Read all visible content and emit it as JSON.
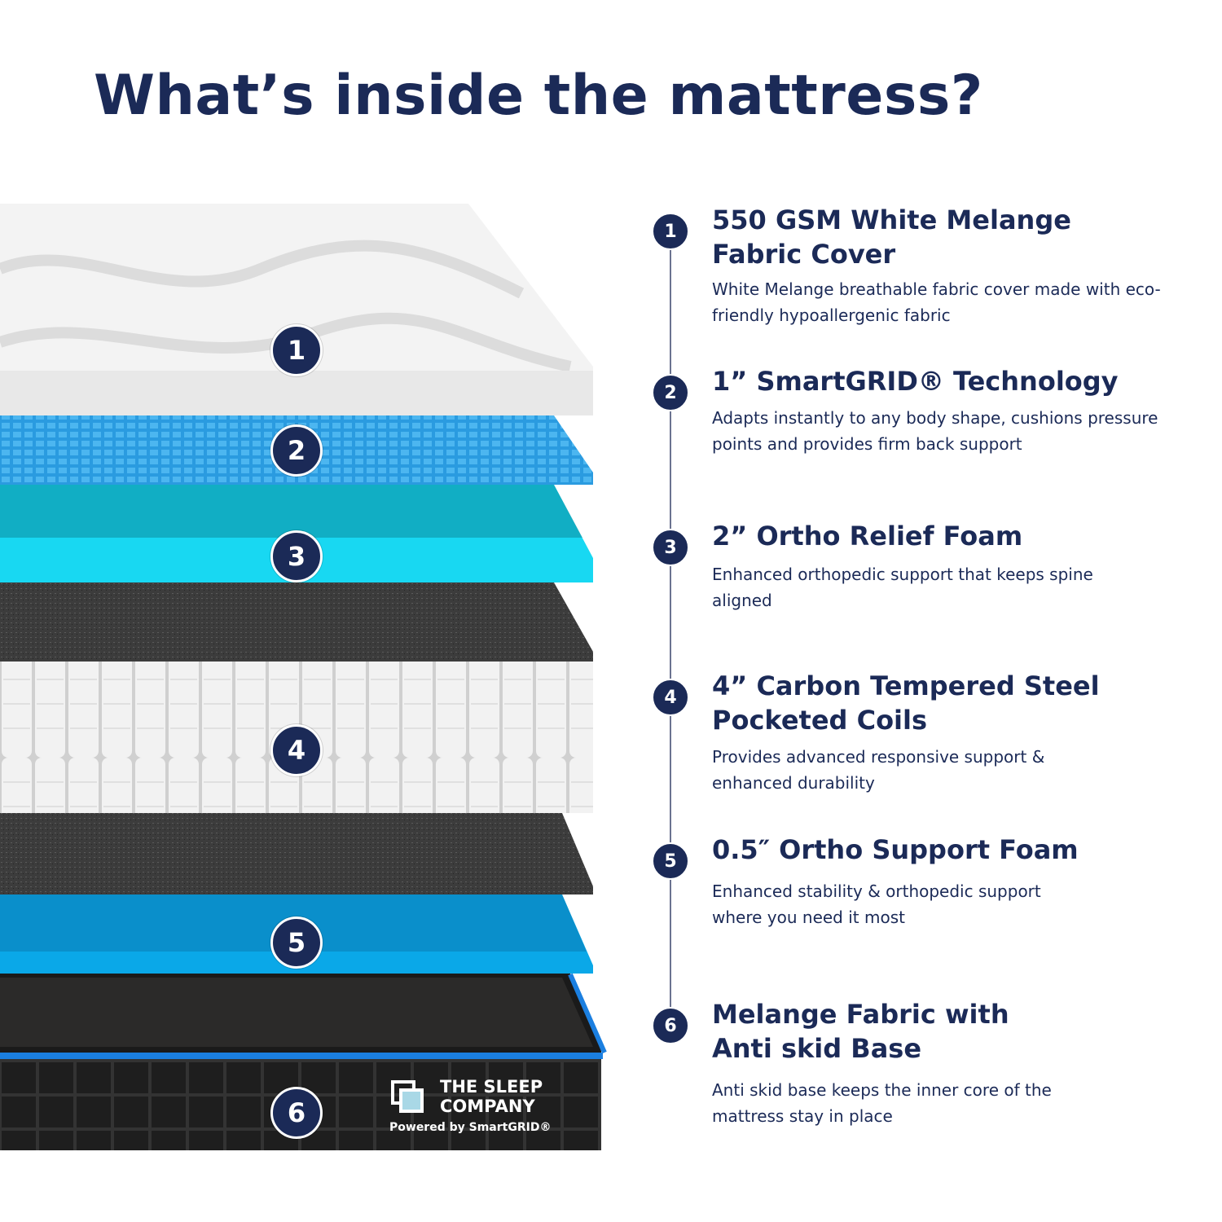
{
  "title": "What’s inside the mattress?",
  "layers": [
    {
      "num": "1",
      "title": "550 GSM White Melange Fabric Cover",
      "description": "White Melange breathable fabric cover made with eco-friendly hypoallergenic fabric",
      "color": "#f2f2f2"
    },
    {
      "num": "2",
      "title": "1” SmartGRID® Technology",
      "description": "Adapts instantly to any body shape, cushions pressure points and provides firm back support",
      "color": "#2ea3e6"
    },
    {
      "num": "3",
      "title": "2” Ortho Relief Foam",
      "description": "Enhanced orthopedic support that keeps spine aligned",
      "color": "#18d8f2"
    },
    {
      "num": "4",
      "title": "4” Carbon Tempered Steel Pocketed Coils",
      "description": "Provides advanced responsive support & enhanced durability",
      "color": "#e6e6e6"
    },
    {
      "num": "5",
      "title": "0.5″ Ortho Support Foam",
      "description": "Enhanced stability & orthopedic support where you need it most",
      "color": "#0aa8e8"
    },
    {
      "num": "6",
      "title": "Melange Fabric with Anti skid Base",
      "description": "Anti skid base keeps the inner core of the mattress stay in place",
      "color": "#1a1a1a"
    }
  ],
  "logo": {
    "name_line1": "THE SLEEP",
    "name_line2": "COMPANY",
    "tagline": "Powered by SmartGRID®"
  },
  "colors": {
    "navy": "#1b2a57",
    "accent_blue": "#1b7fe0"
  }
}
